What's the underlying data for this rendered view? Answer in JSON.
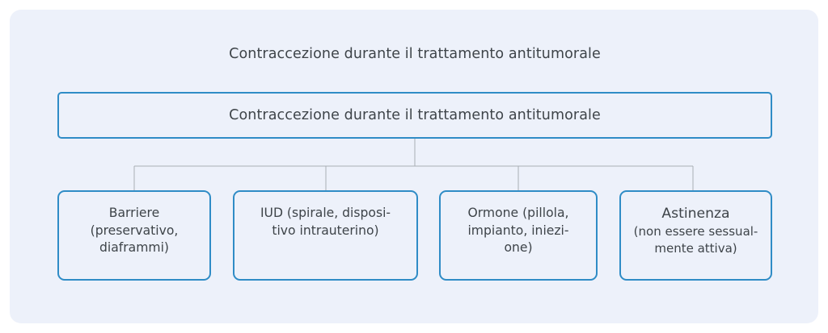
{
  "figure": {
    "title": "Contraccezione durante il trattamento antitumorale",
    "background_color": "#edf1fa",
    "node_border_color": "#2f8cc6",
    "connector_color": "#a9aeb4",
    "text_color": "#3e4449"
  },
  "root": {
    "label": "Contraccezione durante il trattamento antitumorale"
  },
  "leaves": [
    {
      "id": "barriere",
      "text": "Barriere\n(preservativo,\ndiaframmi)"
    },
    {
      "id": "iud",
      "text": "IUD (spirale, disposi-\ntivo intrauterino)"
    },
    {
      "id": "ormone",
      "text": "Ormone (pillola,\nimpianto, iniezi-\none)"
    },
    {
      "id": "astinenza",
      "heading": "Astinenza",
      "subtext": "(non essere sessual-\nmente attiva)"
    }
  ]
}
